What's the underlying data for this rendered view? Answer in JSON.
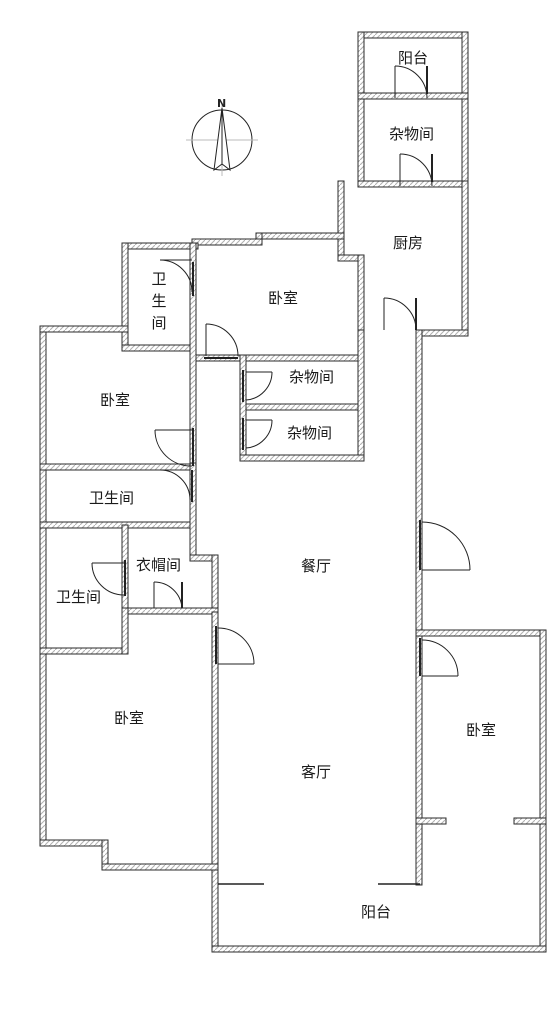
{
  "compass": {
    "letter": "N"
  },
  "rooms": {
    "balcony_top": "阳台",
    "storage_top": "杂物间",
    "kitchen": "厨房",
    "bathroom_top": "卫生间",
    "bedroom_top": "卧室",
    "storage_mid_1": "杂物间",
    "storage_mid_2": "杂物间",
    "bedroom_left_top": "卧室",
    "bathroom_left_mid": "卫生间",
    "cloakroom": "衣帽间",
    "bathroom_left_low": "卫生间",
    "dining_room": "餐厅",
    "bedroom_left_bottom": "卧室",
    "living_room": "客厅",
    "bedroom_right": "卧室",
    "balcony_bottom": "阳台"
  },
  "colors": {
    "wall": "#2b2b2b",
    "wall_hatch": "#b8b8b8",
    "line": "#222222"
  }
}
